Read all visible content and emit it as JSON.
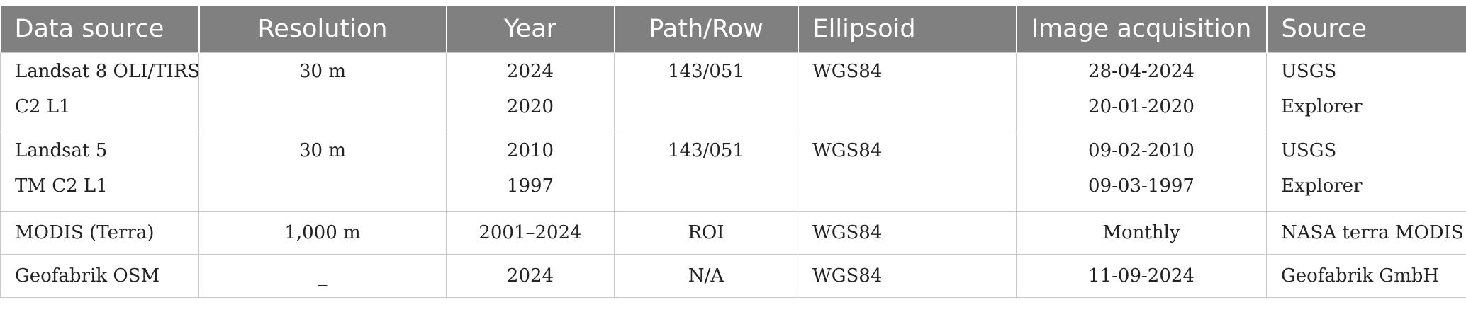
{
  "headers": [
    "Data source",
    "Resolution",
    "Year",
    "Path/Row",
    "Ellipsoid",
    "Image acquisition",
    "Source"
  ],
  "rows": [
    {
      "data_source": [
        "Landsat 8 OLI/TIRS",
        "C2 L1"
      ],
      "resolution": [
        "30 m"
      ],
      "year": [
        "2024",
        "2020"
      ],
      "path_row": [
        "143/051"
      ],
      "ellipsoid": [
        "WGS84"
      ],
      "acquisition": [
        "28-04-2024",
        "20-01-2020"
      ],
      "source": [
        "USGS",
        "Explorer"
      ]
    },
    {
      "data_source": [
        "Landsat 5",
        "TM C2 L1"
      ],
      "resolution": [
        "30 m"
      ],
      "year": [
        "2010",
        "1997"
      ],
      "path_row": [
        "143/051"
      ],
      "ellipsoid": [
        "WGS84"
      ],
      "acquisition": [
        "09-02-2010",
        "09-03-1997"
      ],
      "source": [
        "USGS",
        "Explorer"
      ]
    },
    {
      "data_source": [
        "MODIS (Terra)"
      ],
      "resolution": [
        "1,000 m"
      ],
      "year": [
        "2001–2024"
      ],
      "path_row": [
        "ROI"
      ],
      "ellipsoid": [
        "WGS84"
      ],
      "acquisition": [
        "Monthly"
      ],
      "source": [
        "NASA terra MODIS"
      ]
    },
    {
      "data_source": [
        "Geofabrik OSM"
      ],
      "resolution": [
        "_"
      ],
      "year": [
        "2024"
      ],
      "path_row": [
        "N/A"
      ],
      "ellipsoid": [
        "WGS84"
      ],
      "acquisition": [
        "11-09-2024"
      ],
      "source": [
        "Geofabrik GmbH"
      ]
    }
  ]
}
